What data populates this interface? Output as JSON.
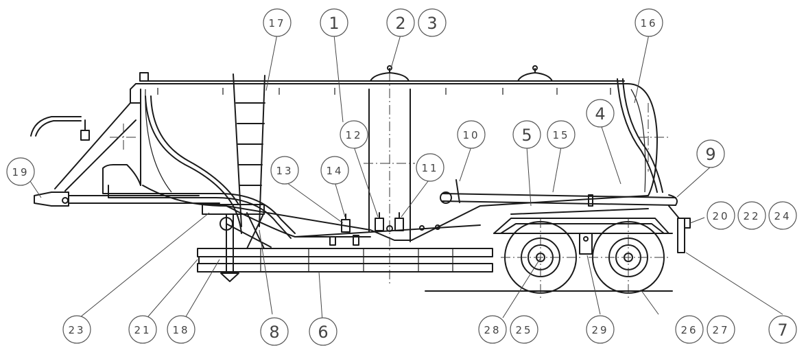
{
  "callouts": [
    {
      "label": "1"
    },
    {
      "label": "2"
    },
    {
      "label": "3"
    },
    {
      "label": "4"
    },
    {
      "label": "5"
    },
    {
      "label": "6"
    },
    {
      "label": "7"
    },
    {
      "label": "8"
    },
    {
      "label": "9"
    },
    {
      "label": "10"
    },
    {
      "label": "11"
    },
    {
      "label": "12"
    },
    {
      "label": "13"
    },
    {
      "label": "14"
    },
    {
      "label": "15"
    },
    {
      "label": "16"
    },
    {
      "label": "17"
    },
    {
      "label": "18"
    },
    {
      "label": "19"
    },
    {
      "label": "20"
    },
    {
      "label": "21"
    },
    {
      "label": "22"
    },
    {
      "label": "23"
    },
    {
      "label": "24"
    },
    {
      "label": "25"
    },
    {
      "label": "26"
    },
    {
      "label": "27"
    },
    {
      "label": "28"
    },
    {
      "label": "29"
    }
  ]
}
